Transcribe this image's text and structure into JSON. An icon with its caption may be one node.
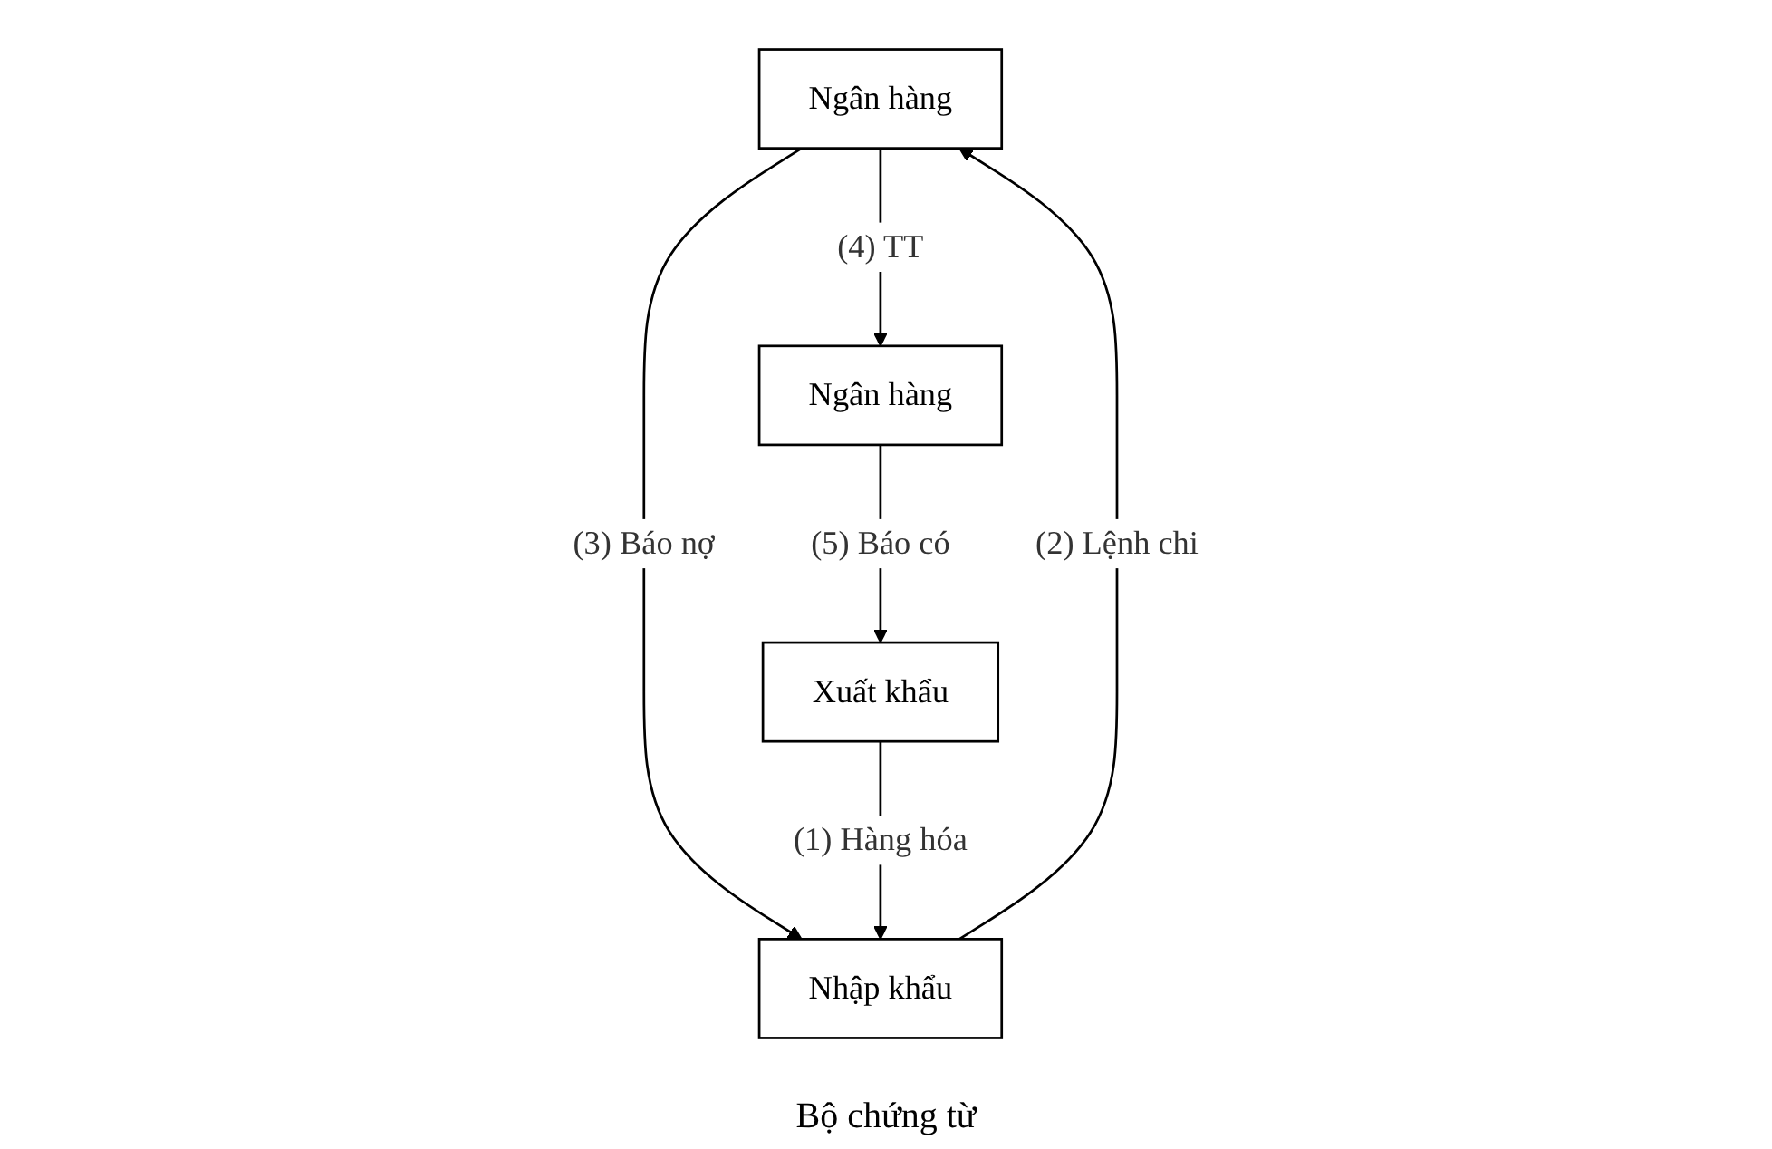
{
  "diagram": {
    "nodes": [
      {
        "text": [
          "Ngân hàng"
        ]
      },
      {
        "text": [
          "Ngân hàng"
        ]
      },
      {
        "text": [
          "Nhập khẩu"
        ]
      },
      {
        "text": [
          "Xuất khẩu"
        ]
      }
    ],
    "edges": [
      {
        "from": 0,
        "to": 1,
        "arrow": "to",
        "label": "(4) TT"
      },
      {
        "from": 0,
        "to": 2,
        "arrow": "to",
        "label": "(3) Báo nợ"
      },
      {
        "from": 2,
        "to": 0,
        "arrow": "to",
        "label": "(2) Lệnh chi"
      },
      {
        "from": 1,
        "to": 3,
        "arrow": "to",
        "label": "(5) Báo có"
      },
      {
        "from": 3,
        "to": 2,
        "arrow": "to",
        "label": "(1) Hàng hóa"
      }
    ],
    "labels": [
      "Bộ chứng từ"
    ]
  }
}
